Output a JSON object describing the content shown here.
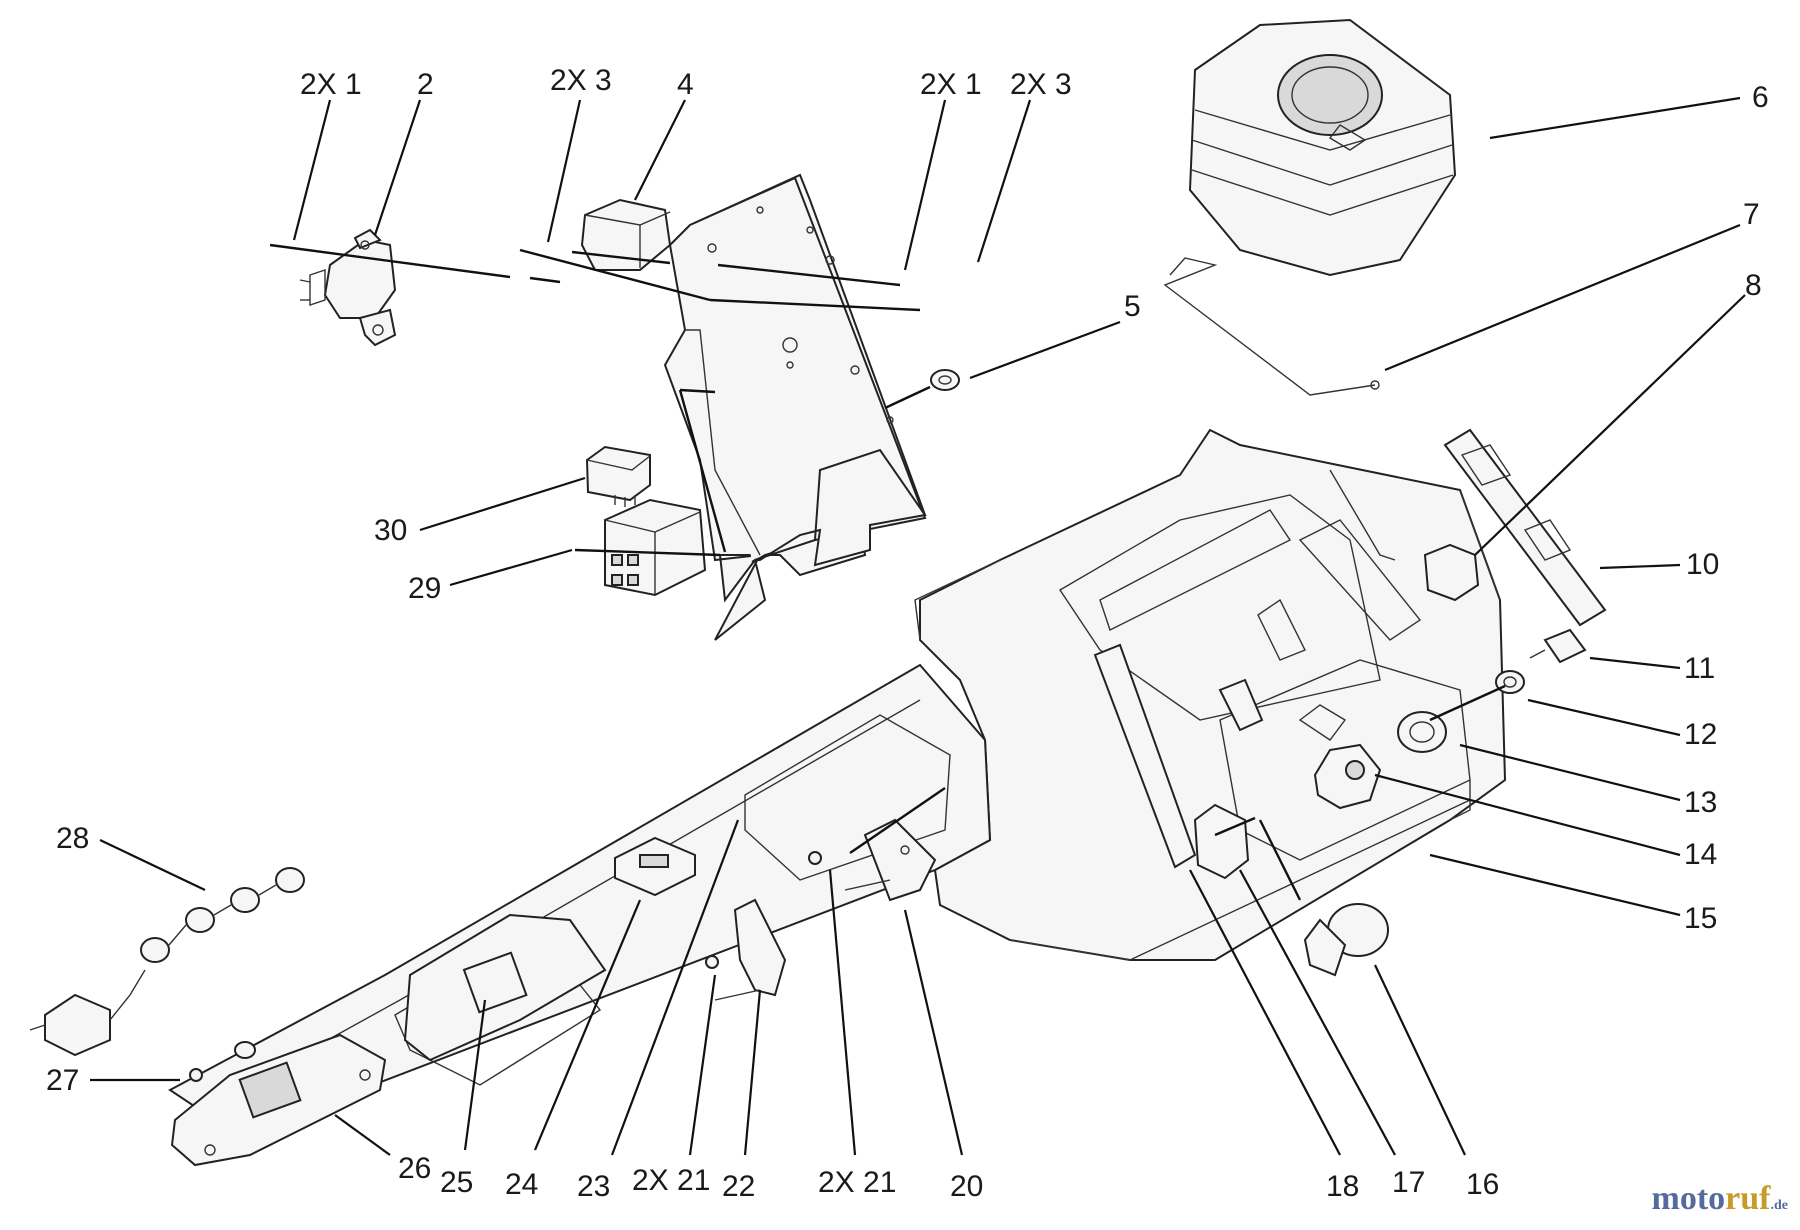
{
  "callouts": {
    "c1": "2X 1",
    "c2": "2",
    "c3": "2X 3",
    "c4": "4",
    "c5": "2X 1",
    "c6": "2X 3",
    "c7": "6",
    "c8": "7",
    "c9": "8",
    "c10": "5",
    "c11": "10",
    "c12": "11",
    "c13": "12",
    "c14": "13",
    "c15": "14",
    "c16": "15",
    "c17": "30",
    "c18": "29",
    "c19": "28",
    "c20": "27",
    "c21": "26",
    "c22": "25",
    "c23": "24",
    "c24": "23",
    "c25": "2X 21",
    "c26": "22",
    "c27": "2X 21",
    "c28": "20",
    "c29": "18",
    "c30": "17",
    "c31": "16"
  },
  "watermark": {
    "part1": "moto",
    "part2": "ruf",
    "part3": ".de"
  }
}
